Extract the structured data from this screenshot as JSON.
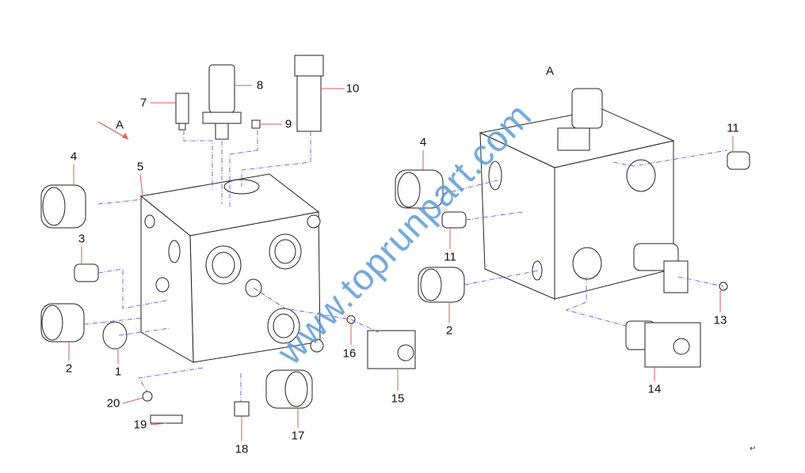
{
  "title": "Hydraulic valve block exploded parts diagram",
  "view_labels": [
    "A",
    "A"
  ],
  "part_labels": {
    "p1": "1",
    "p2": "2",
    "p3": "3",
    "p4": "4",
    "p5": "5",
    "p7": "7",
    "p8": "8",
    "p9": "9",
    "p10": "10",
    "p15": "15",
    "p16": "16",
    "p17": "17",
    "p18": "18",
    "p19": "19",
    "p20": "20",
    "r4": "4",
    "r11a": "11",
    "r11b": "11",
    "r2": "2",
    "r13": "13",
    "r14": "14"
  },
  "watermark": "www.toprunpart.com",
  "return_mark": "↵",
  "colors": {
    "leader": "#e05a5a",
    "centerline": "#4a4ae0",
    "watermark": "#5b9bd5"
  }
}
